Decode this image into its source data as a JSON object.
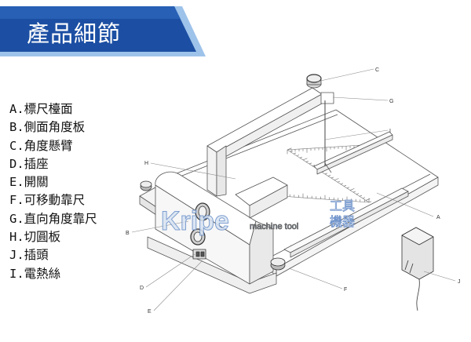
{
  "header": {
    "title": "產品細節",
    "colors": {
      "banner_dark": "#16428f",
      "banner_light": "#2f6cc2",
      "stripe": "#9ec3ea"
    }
  },
  "legend": [
    "A.標尺檯面",
    "B.側面角度板",
    "C.角度懸臂",
    "D.插座",
    "E.開關",
    "F.可移動靠尺",
    "G.直向角度靠尺",
    "H.切圓板",
    "J.插頭",
    "I.電熱絲"
  ],
  "callouts": {
    "A": "A",
    "B": "B",
    "C": "C",
    "D": "D",
    "E": "E",
    "F": "F",
    "G": "G",
    "H": "H",
    "I": "I",
    "J": "J"
  },
  "watermark": {
    "brand": "Kripe",
    "subtitle": "machine tool",
    "cjk_top": "工具",
    "cjk_bottom": "機器"
  }
}
